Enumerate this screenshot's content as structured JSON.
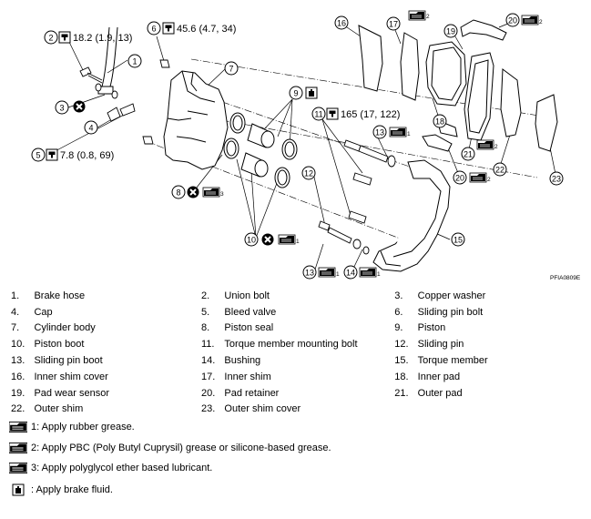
{
  "diagram": {
    "callouts": {
      "c1": "1",
      "c2": "2",
      "c3": "3",
      "c4": "4",
      "c5": "5",
      "c6": "6",
      "c7": "7",
      "c8": "8",
      "c9": "9",
      "c10": "10",
      "c11": "11",
      "c12": "12",
      "c13a": "13",
      "c13b": "13",
      "c14": "14",
      "c15": "15",
      "c16": "16",
      "c17": "17",
      "c18": "18",
      "c19": "19",
      "c20a": "20",
      "c20b": "20",
      "c21": "21",
      "c22": "22",
      "c23": "23"
    },
    "torques": {
      "union_bolt": "18.2 (1.9, 13)",
      "cap_bleed": "45.6 (4.7, 34)",
      "bleed_valve": "7.8 (0.8, 69)",
      "torque_member_bolt": "165 (17, 122)"
    },
    "grease_refs": {
      "g1a": "1",
      "g1b": "1",
      "g1c": "1",
      "g1d": "1",
      "g2a": "2",
      "g2b": "2",
      "g2c": "2",
      "g2d": "2",
      "g3": "3"
    },
    "figure_code": "PFIA0809E"
  },
  "parts": [
    {
      "num": "1.",
      "name": "Brake hose"
    },
    {
      "num": "2.",
      "name": "Union bolt"
    },
    {
      "num": "3.",
      "name": "Copper washer"
    },
    {
      "num": "4.",
      "name": "Cap"
    },
    {
      "num": "5.",
      "name": "Bleed valve"
    },
    {
      "num": "6.",
      "name": "Sliding pin bolt"
    },
    {
      "num": "7.",
      "name": "Cylinder body"
    },
    {
      "num": "8.",
      "name": "Piston seal"
    },
    {
      "num": "9.",
      "name": "Piston"
    },
    {
      "num": "10.",
      "name": "Piston boot"
    },
    {
      "num": "11.",
      "name": "Torque member mounting bolt"
    },
    {
      "num": "12.",
      "name": "Sliding pin"
    },
    {
      "num": "13.",
      "name": "Sliding pin boot"
    },
    {
      "num": "14.",
      "name": "Bushing"
    },
    {
      "num": "15.",
      "name": "Torque member"
    },
    {
      "num": "16.",
      "name": "Inner shim cover"
    },
    {
      "num": "17.",
      "name": "Inner shim"
    },
    {
      "num": "18.",
      "name": "Inner pad"
    },
    {
      "num": "19.",
      "name": "Pad wear sensor"
    },
    {
      "num": "20.",
      "name": "Pad retainer"
    },
    {
      "num": "21.",
      "name": "Outer pad"
    },
    {
      "num": "22.",
      "name": "Outer shim"
    },
    {
      "num": "23.",
      "name": "Outer shim cover"
    }
  ],
  "legend": {
    "grease1": "1: Apply rubber grease.",
    "grease2": "2: Apply PBC (Poly Butyl Cuprysil) grease or silicone-based grease.",
    "grease3": "3: Apply polyglycol ether based lubricant.",
    "fluid": ": Apply brake fluid."
  }
}
